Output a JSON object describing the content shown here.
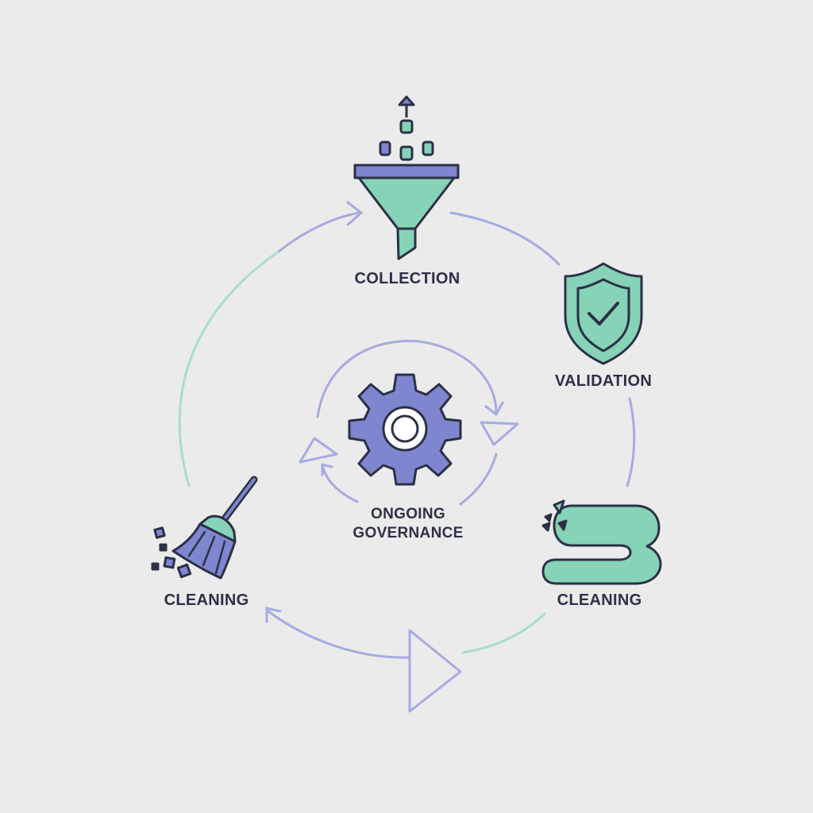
{
  "diagram": {
    "stages": [
      {
        "id": "collection",
        "label": "COLLECTION",
        "icon": "funnel-icon"
      },
      {
        "id": "validation",
        "label": "VALIDATION",
        "icon": "shield-check-icon"
      },
      {
        "id": "cleaning-right",
        "label": "CLEANING",
        "icon": "cleaned-shape-icon"
      },
      {
        "id": "cleaning-left",
        "label": "CLEANING",
        "icon": "broom-icon"
      }
    ],
    "center": {
      "line1": "ONGOING",
      "line2": "GOVERNANCE",
      "icon": "gear-icon"
    }
  },
  "colors": {
    "background": "#ebebec",
    "purple": "#7f86cf",
    "purple_light": "#a6abe0",
    "green": "#86d3b8",
    "green_light": "#a9dec9",
    "outline": "#2b3145"
  }
}
